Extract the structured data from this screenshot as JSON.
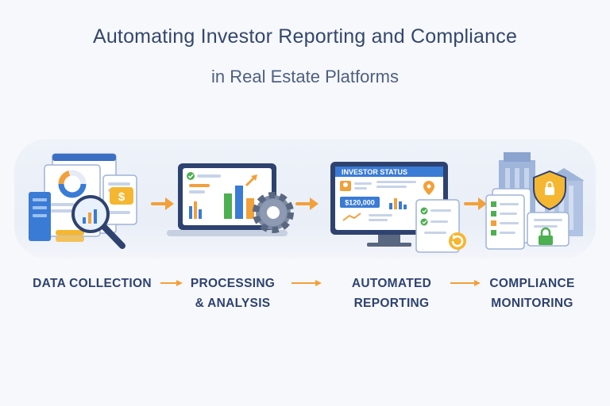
{
  "header": {
    "title": "Automating Investor Reporting and Compliance",
    "subtitle": "in Real Estate Platforms"
  },
  "stages": [
    {
      "label": "DATA COLLECTION"
    },
    {
      "label_line1": "PROCESSING",
      "label_line2": "& ANALYSIS"
    },
    {
      "label_line1": "AUTOMATED",
      "label_line2": "REPORTING",
      "screen_title": "INVESTOR STATUS",
      "amount": "$120,000"
    },
    {
      "label_line1": "COMPLIANCE",
      "label_line2": "MONITORING"
    }
  ],
  "colors": {
    "navy": "#2e4270",
    "blue": "#3a7bd5",
    "orange": "#f2a03a",
    "green": "#4caf50",
    "gold": "#f5b731"
  },
  "icons": [
    "magnifier-icon",
    "dollar-icon",
    "gear-icon",
    "location-pin-icon",
    "check-icon",
    "refresh-icon",
    "shield-icon",
    "padlock-icon",
    "building-icon"
  ]
}
